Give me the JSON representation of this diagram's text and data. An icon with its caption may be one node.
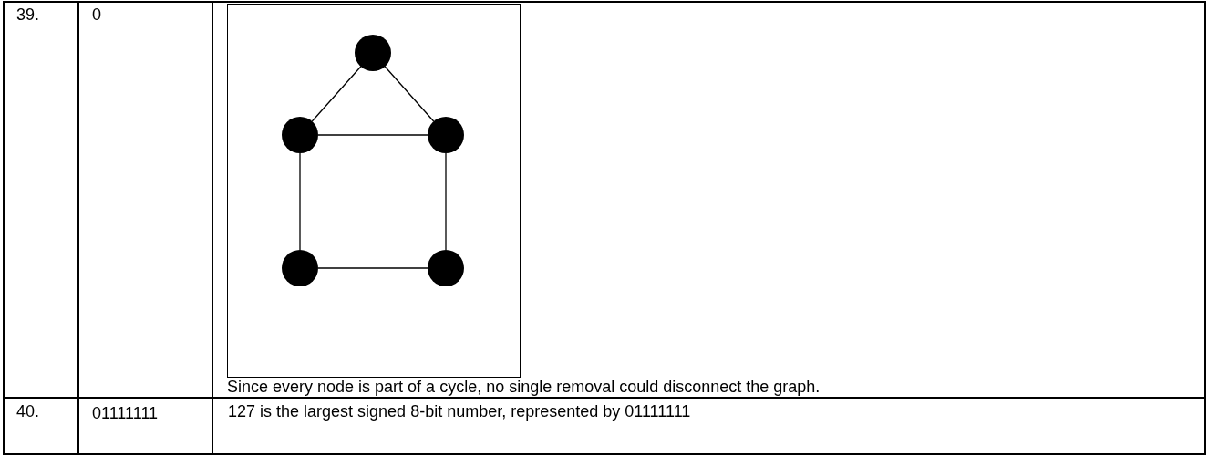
{
  "diagram": {
    "nodes": [
      {
        "text": [],
        "shape": "circle"
      },
      {
        "text": [],
        "shape": "circle"
      },
      {
        "text": [],
        "shape": "circle"
      },
      {
        "text": [],
        "shape": "circle"
      },
      {
        "text": [],
        "shape": "circle"
      }
    ],
    "edges": [
      {
        "from": 0,
        "to": 1,
        "arrow": "none"
      },
      {
        "from": 0,
        "to": 2,
        "arrow": "none"
      },
      {
        "from": 1,
        "to": 2,
        "arrow": "none"
      },
      {
        "from": 1,
        "to": 3,
        "arrow": "none"
      },
      {
        "from": 2,
        "to": 4,
        "arrow": "none"
      },
      {
        "from": 3,
        "to": 4,
        "arrow": "none"
      }
    ],
    "labels": [
      "39.",
      "0",
      "Since every node is part of a cycle, no single removal could disconnect the graph.",
      "40.",
      "01111111",
      "127 is the largest signed 8-bit number, represented by 01111111"
    ]
  }
}
